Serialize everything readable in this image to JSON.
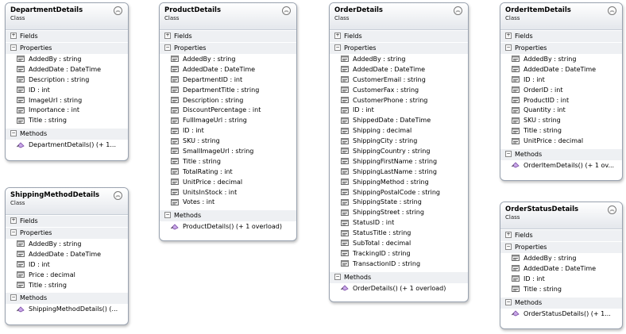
{
  "section_labels": {
    "fields": "Fields",
    "properties": "Properties",
    "methods": "Methods"
  },
  "classes": {
    "department": {
      "name": "DepartmentDetails",
      "kind": "Class",
      "properties": [
        "AddedBy : string",
        "AddedDate : DateTime",
        "Description : string",
        "ID : int",
        "ImageUrl : string",
        "Importance : int",
        "Title : string"
      ],
      "methods": [
        "DepartmentDetails() (+ 1..."
      ]
    },
    "product": {
      "name": "ProductDetails",
      "kind": "Class",
      "properties": [
        "AddedBy : string",
        "AddedDate : DateTime",
        "DepartmentID : int",
        "DepartmentTitle : string",
        "Description : string",
        "DiscountPercentage : int",
        "FullImageUrl : string",
        "ID : int",
        "SKU : string",
        "SmallImageUrl : string",
        "Title : string",
        "TotalRating : int",
        "UnitPrice : decimal",
        "UnitsInStock : int",
        "Votes : int"
      ],
      "methods": [
        "ProductDetails() (+ 1 overload)"
      ]
    },
    "order": {
      "name": "OrderDetails",
      "kind": "Class",
      "properties": [
        "AddedBy : string",
        "AddedDate : DateTime",
        "CustomerEmail : string",
        "CustomerFax : string",
        "CustomerPhone : string",
        "ID : int",
        "ShippedDate : DateTime",
        "Shipping : decimal",
        "ShippingCity : string",
        "ShippingCountry : string",
        "ShippingFirstName : string",
        "ShippingLastName : string",
        "ShippingMethod : string",
        "ShippingPostalCode : string",
        "ShippingState : string",
        "ShippingStreet : string",
        "StatusID : int",
        "StatusTitle : string",
        "SubTotal : decimal",
        "TrackingID : string",
        "TransactionID : string"
      ],
      "methods": [
        "OrderDetails() (+ 1 overload)"
      ]
    },
    "orderitem": {
      "name": "OrderItemDetails",
      "kind": "Class",
      "properties": [
        "AddedBy : string",
        "AddedDate : DateTime",
        "ID : int",
        "OrderID : int",
        "ProductID : int",
        "Quantity : int",
        "SKU : string",
        "Title : string",
        "UnitPrice : decimal"
      ],
      "methods": [
        "OrderItemDetails() (+ 1 ov..."
      ]
    },
    "shipping": {
      "name": "ShippingMethodDetails",
      "kind": "Class",
      "properties": [
        "AddedBy : string",
        "AddedDate : DateTime",
        "ID : int",
        "Price : decimal",
        "Title : string"
      ],
      "methods": [
        "ShippingMethodDetails() (..."
      ]
    },
    "orderstatus": {
      "name": "OrderStatusDetails",
      "kind": "Class",
      "properties": [
        "AddedBy : string",
        "AddedDate : DateTime",
        "ID : int",
        "Title : string"
      ],
      "methods": [
        "OrderStatusDetails() (+ 1..."
      ]
    }
  }
}
